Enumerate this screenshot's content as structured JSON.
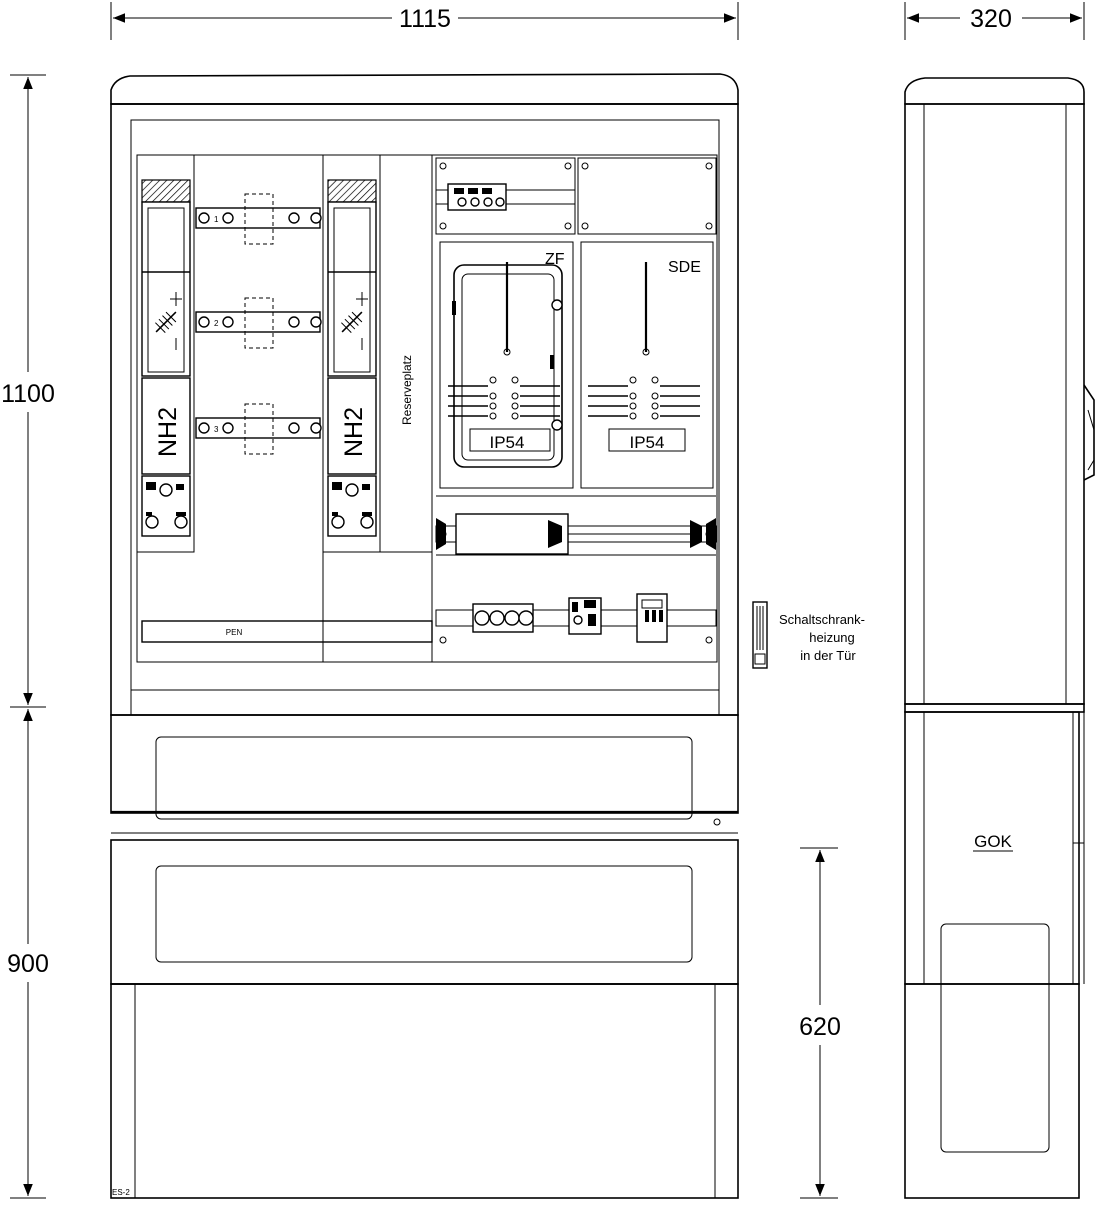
{
  "dimensions": {
    "front_width": "1115",
    "side_depth": "320",
    "upper_height": "1100",
    "lower_height": "900",
    "ground_depth": "620"
  },
  "labels": {
    "fuse_left": "NH2",
    "fuse_right": "NH2",
    "reserve": "Reserveplatz",
    "zf": "ZF",
    "sde": "SDE",
    "ip54_left": "IP54",
    "ip54_right": "IP54",
    "pen": "PEN",
    "gok": "GOK",
    "heater_line1": "Schaltschrank-",
    "heater_line2": "heizung",
    "heater_line3": "in der Tür",
    "drawing_code": "ES-2",
    "busbar_1": "1",
    "busbar_2": "2",
    "busbar_3": "3"
  }
}
